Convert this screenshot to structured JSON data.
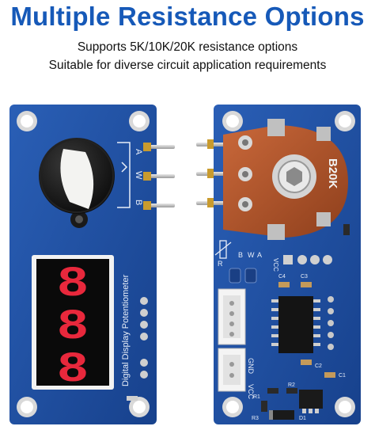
{
  "header": {
    "title": "Multiple Resistance Options",
    "line1": "Supports 5K/10K/20K resistance options",
    "line2": "Suitable for diverse circuit application requirements"
  },
  "front_board": {
    "pin_labels": [
      "A",
      "W",
      "B"
    ],
    "display_digits": [
      "8",
      "8",
      "8"
    ],
    "silkscreen": "Digital Display Potentiometer"
  },
  "back_board": {
    "pot_label": "B20K",
    "labels": {
      "r_sym": "R",
      "a": "A",
      "b": "B",
      "w": "W",
      "vcc": "VCC",
      "gnd": "GND",
      "vcc2": "VCC",
      "c4": "C4",
      "c3": "C3",
      "c2": "C2",
      "c1": "C1",
      "r1": "R1",
      "r2": "R2",
      "r3": "R3",
      "d1": "D1"
    }
  },
  "colors": {
    "title": "#1659b8",
    "pcb": "#1f4fa3",
    "led": "#e8283c",
    "pot_body": "#b5562a"
  }
}
